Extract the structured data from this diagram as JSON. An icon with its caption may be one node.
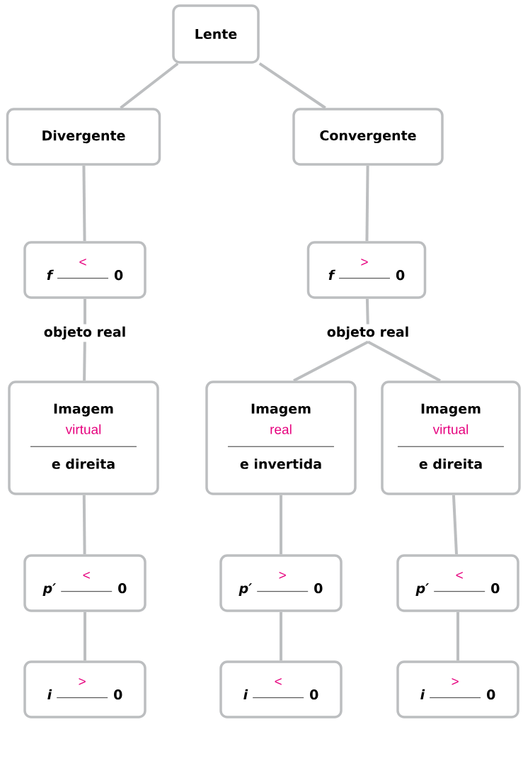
{
  "diagram": {
    "nodes": [
      {
        "text": [
          "Lente"
        ]
      },
      {
        "text": [
          "Divergente"
        ]
      },
      {
        "text": [
          "Convergente"
        ]
      },
      {
        "text": [
          "f",
          "<",
          "0"
        ]
      },
      {
        "text": [
          "objeto real"
        ]
      },
      {
        "text": [
          "f",
          ">",
          "0"
        ]
      },
      {
        "text": [
          "objeto real"
        ]
      },
      {
        "text": [
          "Imagem",
          "virtual",
          "e direita"
        ]
      },
      {
        "text": [
          "Imagem",
          "real",
          "e invertida"
        ]
      },
      {
        "text": [
          "Imagem",
          "virtual",
          "e direita"
        ]
      },
      {
        "text": [
          "p′",
          "<",
          "0"
        ]
      },
      {
        "text": [
          "p′",
          ">",
          "0"
        ]
      },
      {
        "text": [
          "p′",
          "<",
          "0"
        ]
      },
      {
        "text": [
          "i",
          ">",
          "0"
        ]
      },
      {
        "text": [
          "i",
          "<",
          "0"
        ]
      },
      {
        "text": [
          "i",
          ">",
          "0"
        ]
      }
    ],
    "edges": [
      {
        "from": 0,
        "to": 1,
        "arrow": "none"
      },
      {
        "from": 0,
        "to": 2,
        "arrow": "none"
      },
      {
        "from": 1,
        "to": 3,
        "arrow": "none"
      },
      {
        "from": 3,
        "to": 4,
        "arrow": "none"
      },
      {
        "from": 4,
        "to": 7,
        "arrow": "none"
      },
      {
        "from": 2,
        "to": 5,
        "arrow": "none"
      },
      {
        "from": 5,
        "to": 6,
        "arrow": "none"
      },
      {
        "from": 6,
        "to": 8,
        "arrow": "none"
      },
      {
        "from": 6,
        "to": 9,
        "arrow": "none"
      },
      {
        "from": 7,
        "to": 10,
        "arrow": "none"
      },
      {
        "from": 10,
        "to": 13,
        "arrow": "none"
      },
      {
        "from": 8,
        "to": 11,
        "arrow": "none"
      },
      {
        "from": 11,
        "to": 14,
        "arrow": "none"
      },
      {
        "from": 9,
        "to": 12,
        "arrow": "none"
      },
      {
        "from": 12,
        "to": 15,
        "arrow": "none"
      }
    ]
  }
}
